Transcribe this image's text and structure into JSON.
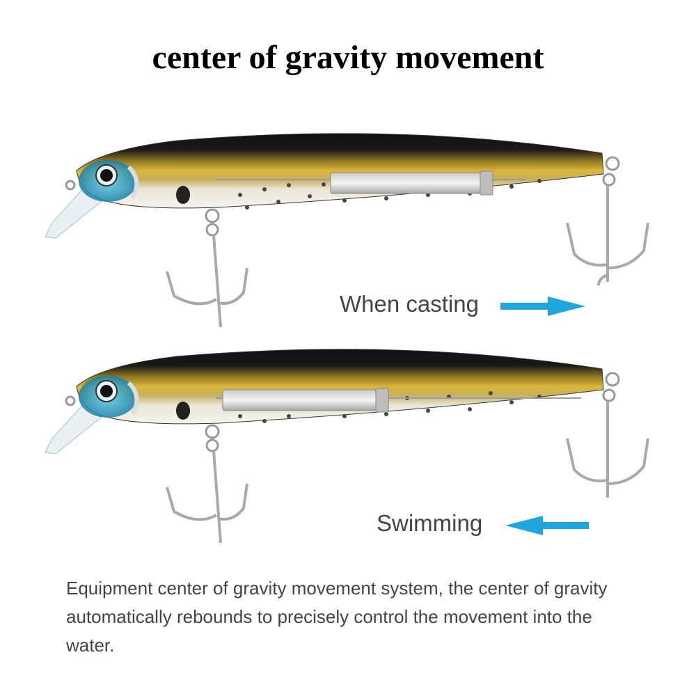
{
  "title": "center of gravity movement",
  "labels": {
    "casting": "When casting",
    "swimming": "Swimming"
  },
  "description": "Equipment center of gravity movement system, the center of gravity automatically rebounds to precisely control the movement into the water.",
  "colors": {
    "arrow": "#1ea7dc",
    "back": "#0d0d0d",
    "body_gold": "#c9a42a",
    "belly": "#f2f0e6",
    "head_blue": "#2bb3d8"
  },
  "icons": {
    "arrow_casting": "arrow-right-icon",
    "arrow_swimming": "arrow-left-icon"
  }
}
